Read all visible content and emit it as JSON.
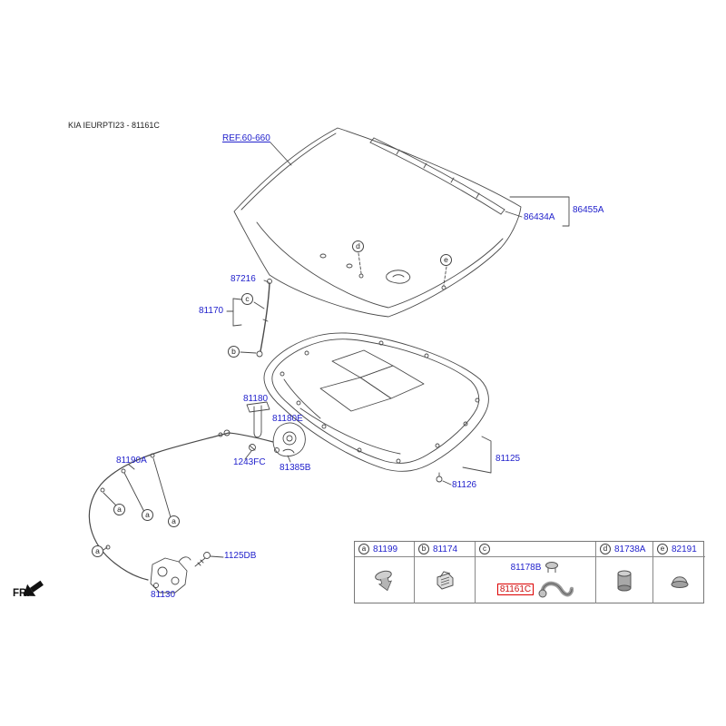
{
  "page": {
    "title": "KIA IEURPTI23 - 81161C"
  },
  "colors": {
    "part_link": "#2222CC",
    "highlight": "#DD0000",
    "diagram_line": "#4A4A4A"
  },
  "diagram": {
    "ref_label": "REF.60-660",
    "parts": {
      "p87216": "87216",
      "p81170": "81170",
      "p86434A": "86434A",
      "p86455A": "86455A",
      "p81180": "81180",
      "p81180E": "81180E",
      "p1243FC": "1243FC",
      "p81385B": "81385B",
      "p81190A": "81190A",
      "p81125": "81125",
      "p81126": "81126",
      "p1125DB": "1125DB",
      "p81130": "81130"
    },
    "callouts": [
      "c",
      "b",
      "d",
      "e",
      "a",
      "a",
      "a",
      "a"
    ]
  },
  "fr": {
    "label": "FR."
  },
  "table": {
    "columns": [
      {
        "letter": "a",
        "part": "81199",
        "icon": "pin-clip-icon"
      },
      {
        "letter": "b",
        "part": "81174",
        "icon": "box-clip-icon"
      },
      {
        "letter": "c",
        "part": "",
        "items": [
          {
            "part": "81178B",
            "icon": "small-clip-icon",
            "highlighted": false
          },
          {
            "part": "81161C",
            "icon": "hook-handle-icon",
            "highlighted": true
          }
        ]
      },
      {
        "letter": "d",
        "part": "81738A",
        "icon": "grommet-icon"
      },
      {
        "letter": "e",
        "part": "82191",
        "icon": "plug-icon"
      }
    ]
  }
}
